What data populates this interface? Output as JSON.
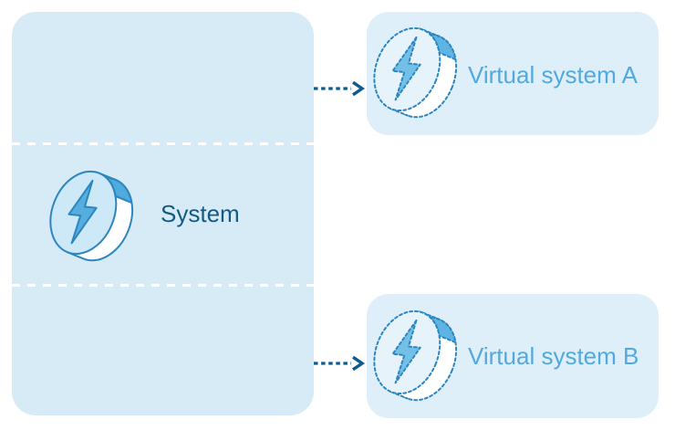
{
  "system_box": {
    "label": "System",
    "icon": "energy-disc-icon"
  },
  "virtual_systems": [
    {
      "label": "Virtual system A",
      "icon": "dashed-energy-disc-icon"
    },
    {
      "label": "Virtual system B",
      "icon": "dashed-energy-disc-icon"
    }
  ],
  "connectors": {
    "icon": "dashed-arrow-right-icon",
    "count": 2
  },
  "colors": {
    "page_background": "#ffffff",
    "system_box_bg": "#d7ebf7",
    "virtual_box_bg": "#deeffa",
    "coin_outline": "#2e86c1",
    "coin_face_solid": "#cde8f7",
    "coin_face_dashed": "#e7f3fb",
    "bolt_solid": "#55aedd",
    "bolt_dashed": "#72bfe7",
    "rim_white": "#ffffff",
    "separator_dash": "#ffffff",
    "arrow": "#0e5c8d",
    "system_label_text": "#155a81",
    "virtual_label_text": "#51a9dd"
  }
}
